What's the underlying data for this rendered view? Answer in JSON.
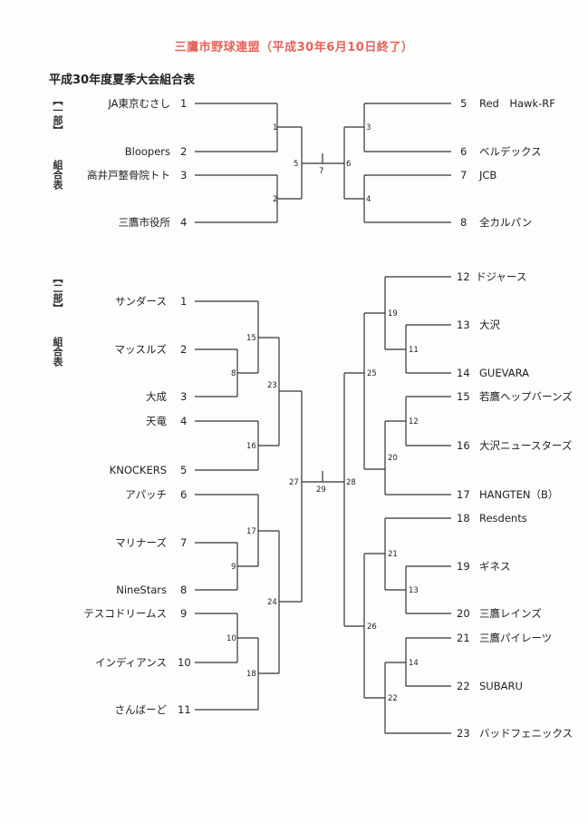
{
  "header": {
    "title": "三鷹市野球連盟（平成30年6月10日終了）",
    "subtitle": "平成30年度夏季大会組合表"
  },
  "division1": {
    "label_bracket": "【一部】",
    "label_text": "組合表",
    "left_teams": [
      {
        "seed": "1",
        "name": "JA東京むさし"
      },
      {
        "seed": "2",
        "name": "Bloopers"
      },
      {
        "seed": "3",
        "name": "高井戸整骨院トト"
      },
      {
        "seed": "4",
        "name": "三鷹市役所"
      }
    ],
    "right_teams": [
      {
        "seed": "5",
        "name": "Red　Hawk-RF"
      },
      {
        "seed": "6",
        "name": "ベルデックス"
      },
      {
        "seed": "7",
        "name": "JCB"
      },
      {
        "seed": "8",
        "name": "全カルパン"
      }
    ],
    "matches": [
      "1",
      "2",
      "5",
      "7",
      "6",
      "3",
      "4"
    ]
  },
  "division2": {
    "label_bracket": "【二部】",
    "label_text": "組合表",
    "left_teams": [
      {
        "seed": "1",
        "name": "サンダース"
      },
      {
        "seed": "2",
        "name": "マッスルズ"
      },
      {
        "seed": "3",
        "name": "大成"
      },
      {
        "seed": "4",
        "name": "天竜"
      },
      {
        "seed": "5",
        "name": "KNOCKERS"
      },
      {
        "seed": "6",
        "name": "アパッチ"
      },
      {
        "seed": "7",
        "name": "マリナーズ"
      },
      {
        "seed": "8",
        "name": "NineStars"
      },
      {
        "seed": "9",
        "name": "テスコドリームス"
      },
      {
        "seed": "10",
        "name": "インディアンス"
      },
      {
        "seed": "11",
        "name": "さんばーど"
      }
    ],
    "right_teams": [
      {
        "seed": "12",
        "name": "ドジャース"
      },
      {
        "seed": "13",
        "name": "大沢"
      },
      {
        "seed": "14",
        "name": "GUEVARA"
      },
      {
        "seed": "15",
        "name": "若鷹ヘップバーンズ"
      },
      {
        "seed": "16",
        "name": "大沢ニュースターズ"
      },
      {
        "seed": "17",
        "name": "HANGTEN（B）"
      },
      {
        "seed": "18",
        "name": "Resdents"
      },
      {
        "seed": "19",
        "name": "ギネス"
      },
      {
        "seed": "20",
        "name": "三鷹レインズ"
      },
      {
        "seed": "21",
        "name": "三鷹パイレーツ"
      },
      {
        "seed": "22",
        "name": "SUBARU"
      },
      {
        "seed": "23",
        "name": "バッドフェニックス"
      }
    ],
    "matches": [
      "8",
      "15",
      "16",
      "23",
      "9",
      "17",
      "10",
      "18",
      "24",
      "27",
      "29",
      "28",
      "11",
      "19",
      "12",
      "20",
      "25",
      "13",
      "21",
      "14",
      "22",
      "26"
    ]
  }
}
